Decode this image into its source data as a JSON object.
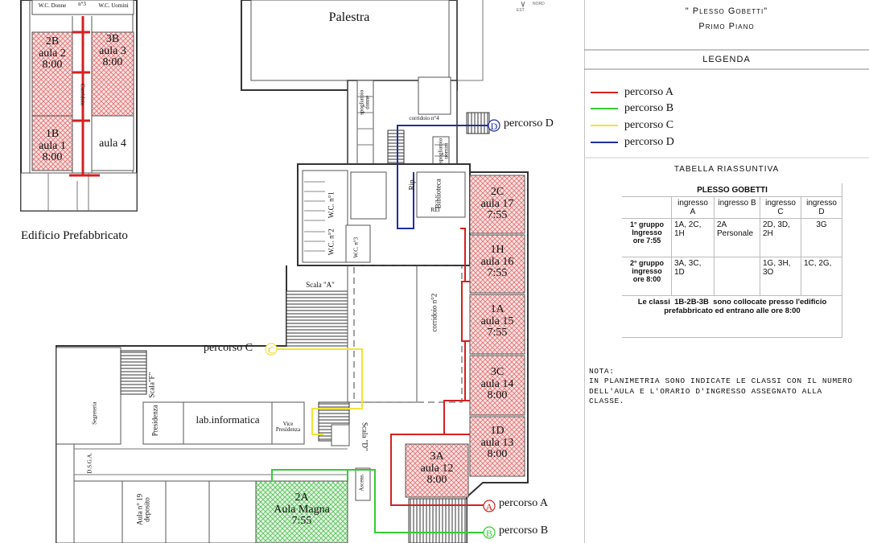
{
  "header": {
    "plesso": "\" Plesso Gobetti\"",
    "piano": "Primo Piano",
    "compass_est": "EST",
    "compass_nord": "NORD"
  },
  "legenda": {
    "title": "LEGENDA",
    "items": [
      {
        "label": "percorso A",
        "color": "#d42020"
      },
      {
        "label": "percorso B",
        "color": "#33cc33"
      },
      {
        "label": "percorso C",
        "color": "#ffee33"
      },
      {
        "label": "percorso D",
        "color": "#1f2fa0"
      }
    ]
  },
  "tabella": {
    "title": "TABELLA RIASSUNTIVA",
    "plesso": "PLESSO GOBETTI",
    "headers": [
      "ingresso A",
      "ingresso B",
      "ingresso C",
      "ingresso D"
    ],
    "rows": [
      {
        "label": "1° gruppo Ingresso ore 7:55",
        "cells": [
          "1A, 2C, 1H",
          "2A Personale",
          "2D, 3D, 2H",
          "3G"
        ]
      },
      {
        "label": "2° gruppo ingresso ore 8:00",
        "cells": [
          "3A, 3C, 1D",
          "",
          "1G, 3H, 3O",
          "1C, 2G,"
        ]
      }
    ],
    "note_prefix": "Le classi",
    "note_classes": "1B-2B-3B",
    "note_suffix": "sono collocate presso l'edificio prefabbricato ed entrano alle ore 8:00"
  },
  "nota": {
    "title": "NOTA:",
    "text": "IN PLANIMETRIA SONO INDICATE LE CLASSI CON IL NUMERO DELL'AULA E L'ORARIO D'INGRESSO ASSEGNATO ALLA CLASSE."
  },
  "prefab": {
    "title": "Edificio Prefabbricato",
    "corridoio": "Corridoio",
    "wc_donne": "W.C. Donne",
    "wc_n3": "n°3",
    "wc_uomini": "W.C. Uomini",
    "rooms": [
      {
        "classe": "2B",
        "aula": "aula 2",
        "ora": "8:00"
      },
      {
        "classe": "3B",
        "aula": "aula 3",
        "ora": "8:00"
      },
      {
        "classe": "1B",
        "aula": "aula 1",
        "ora": "8:00"
      },
      {
        "classe": "",
        "aula": "aula 4",
        "ora": ""
      }
    ]
  },
  "main": {
    "palestra": "Palestra",
    "spogliatoio_donne": "spogliatoio donne",
    "spogliatoio_uomini": "spogliatoio uomini",
    "corridoio4": "corridoio n°4",
    "corridoio2": "corridoio n°2",
    "biblioteca": "Biblioteca",
    "rip": "Rip.",
    "rei": "REI",
    "wc1": "W.C. n°1",
    "wc2": "W.C. n°2",
    "wc_n3": "W.C. n°3",
    "scala_a": "Scala \"A\"",
    "scala_d": "Scala \"D\"",
    "scala_f": "Scala\"F\"",
    "lab": "lab.informatica",
    "presidenza": "Presidenza",
    "vice_presidenza": "Vice Presidenza",
    "segreteria": "Segreteria",
    "dsga": "D.S.G.A.",
    "deposito_aula": "Aula n° 19",
    "deposito": "deposito",
    "ascens": "Ascens.",
    "aula_magna_classe": "2A",
    "aula_magna": "Aula Magna",
    "aula_magna_ora": "7:55",
    "east_rooms": [
      {
        "classe": "2C",
        "aula": "aula 17",
        "ora": "7:55"
      },
      {
        "classe": "1H",
        "aula": "aula 16",
        "ora": "7:55"
      },
      {
        "classe": "1A",
        "aula": "aula 15",
        "ora": "7:55"
      },
      {
        "classe": "3C",
        "aula": "aula 14",
        "ora": "8:00"
      },
      {
        "classe": "1D",
        "aula": "aula 13",
        "ora": "8:00"
      },
      {
        "classe": "3A",
        "aula": "aula 12",
        "ora": "8:00"
      }
    ]
  },
  "percorsi": {
    "a": {
      "marker": "A",
      "label": "percorso A"
    },
    "b": {
      "marker": "B",
      "label": "percorso B"
    },
    "c": {
      "marker": "C",
      "label": "percorso C"
    },
    "d": {
      "marker": "D",
      "label": "percorso D"
    }
  }
}
